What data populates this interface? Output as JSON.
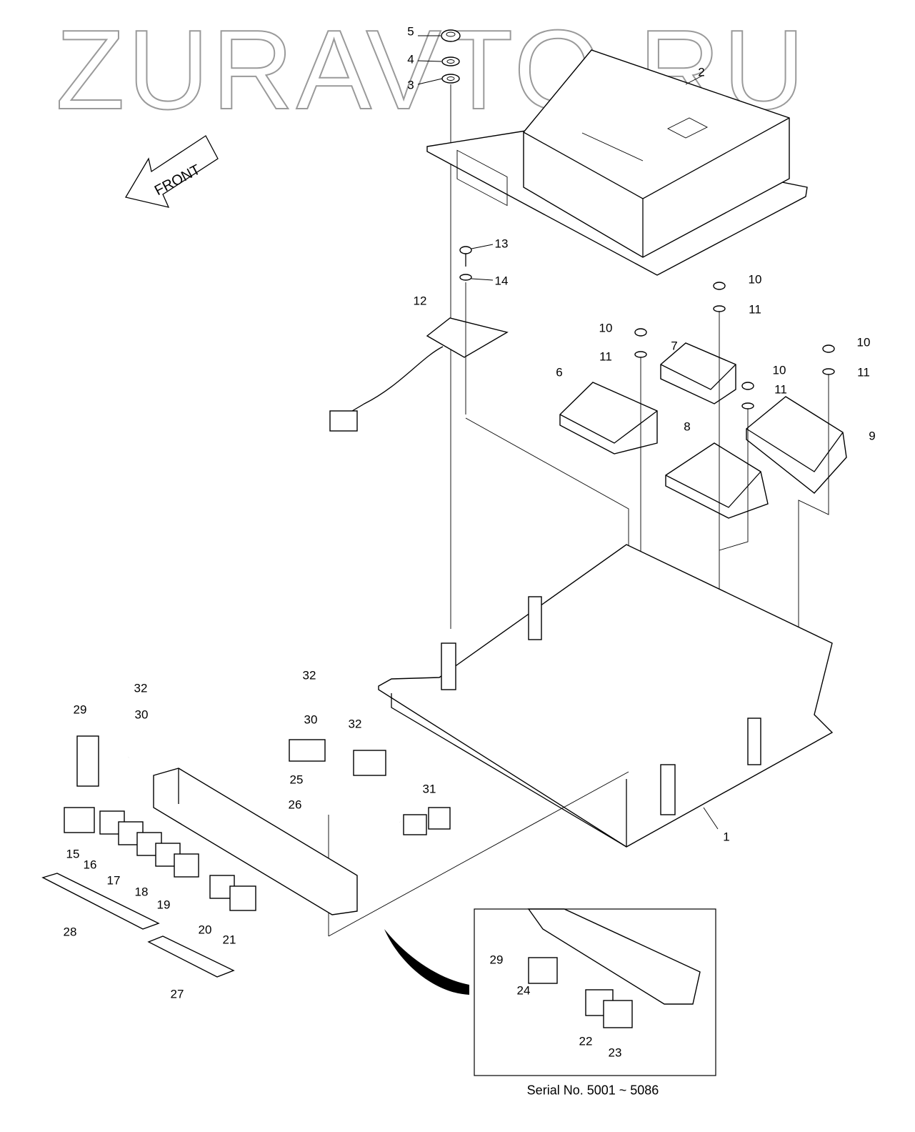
{
  "watermark": "ZURAVTO.RU",
  "front_arrow_label": "FRONT",
  "serial_note": "Serial No. 5001 ~ 5086",
  "callouts": {
    "c5": "5",
    "c4": "4",
    "c3": "3",
    "c2": "2",
    "c13": "13",
    "c14": "14",
    "c12": "12",
    "c10a": "10",
    "c11a": "11",
    "c10b": "10",
    "c11b": "11",
    "c7": "7",
    "c6": "6",
    "c10c": "10",
    "c11c": "11",
    "c10d": "10",
    "c11d": "11",
    "c9": "9",
    "c8": "8",
    "c1": "1",
    "c32a": "32",
    "c32b": "32",
    "c29": "29",
    "c30a": "30",
    "c30b": "30",
    "c32c": "32",
    "c25": "25",
    "c31": "31",
    "c26": "26",
    "c15": "15",
    "c16": "16",
    "c17": "17",
    "c18": "18",
    "c19": "19",
    "c20": "20",
    "c21": "21",
    "c28": "28",
    "c27": "27"
  },
  "inset_callouts": {
    "c29": "29",
    "c24": "24",
    "c22": "22",
    "c23": "23"
  }
}
